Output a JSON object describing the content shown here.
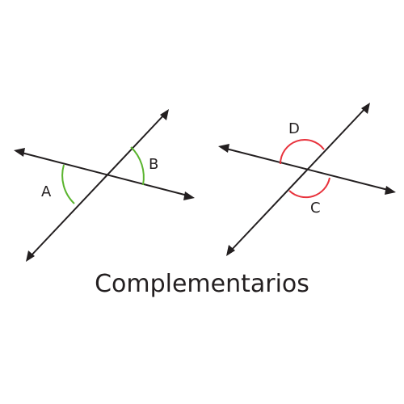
{
  "figure": {
    "caption": "Complementarios",
    "colors": {
      "lines": "#231f20",
      "left_arcs": "#5ab42e",
      "right_arcs": "#e8323c"
    },
    "left_diagram": {
      "angle_labels": [
        "A",
        "B"
      ]
    },
    "right_diagram": {
      "angle_labels": [
        "D",
        "C"
      ]
    }
  }
}
